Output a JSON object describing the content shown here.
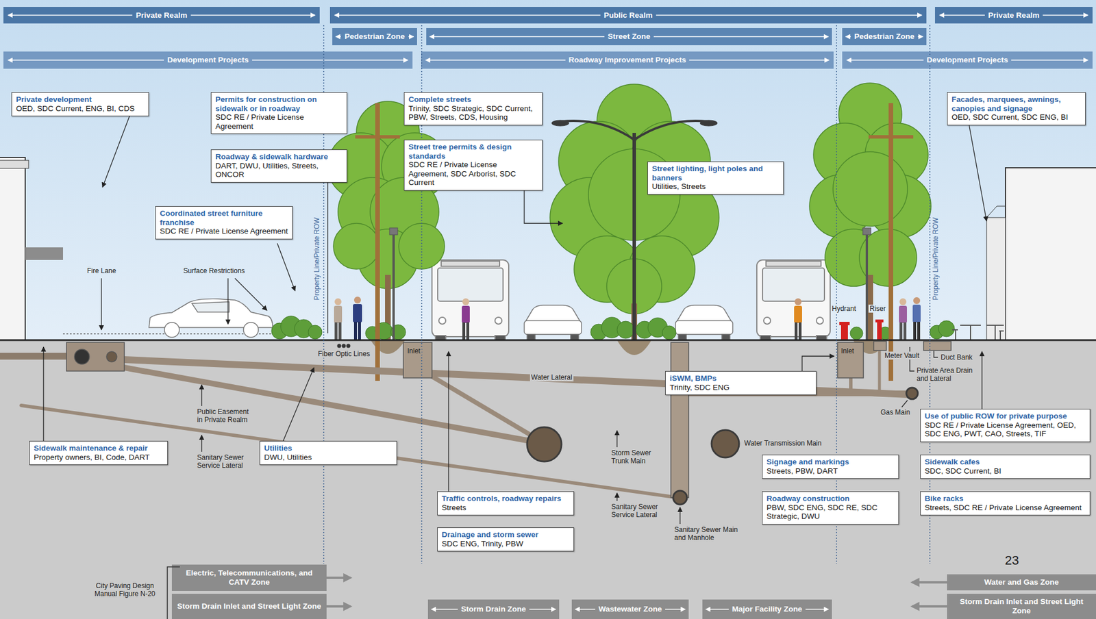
{
  "diagram": {
    "nodes": [
      {
        "text": [
          "Private Realm"
        ]
      },
      {
        "text": [
          "Public Realm"
        ]
      },
      {
        "text": [
          "Private Realm"
        ]
      },
      {
        "text": [
          "Pedestrian Zone"
        ]
      },
      {
        "text": [
          "Street Zone"
        ]
      },
      {
        "text": [
          "Pedestrian Zone"
        ]
      },
      {
        "text": [
          "Development Projects"
        ]
      },
      {
        "text": [
          "Roadway Improvement Projects"
        ]
      },
      {
        "text": [
          "Development Projects"
        ]
      },
      {
        "text": [
          "Private development",
          "OED, SDC Current, ENG, BI, CDS"
        ]
      },
      {
        "text": [
          "Permits for construction on sidewalk or in roadway",
          "SDC RE / Private License Agreement"
        ]
      },
      {
        "text": [
          "Complete streets",
          "Trinity, SDC Strategic, SDC Current, PBW, Streets, CDS, Housing"
        ]
      },
      {
        "text": [
          "Facades, marquees, awnings, canopies and signage",
          "OED, SDC Current, SDC ENG, BI"
        ]
      },
      {
        "text": [
          "Street tree permits & design standards",
          "SDC RE / Private License Agreement, SDC Arborist, SDC Current"
        ]
      },
      {
        "text": [
          "Roadway & sidewalk hardware",
          "DART, DWU, Utilities, Streets, ONCOR"
        ]
      },
      {
        "text": [
          "Street lighting, light poles and banners",
          "Utilities, Streets"
        ]
      },
      {
        "text": [
          "Coordinated street furniture franchise",
          "SDC RE / Private License Agreement"
        ]
      },
      {
        "text": [
          "iSWM, BMPs",
          "Trinity, SDC ENG"
        ]
      },
      {
        "text": [
          "Use of public ROW for private purpose",
          "SDC RE / Private License Agreement, OED, SDC ENG, PWT, CAO, Streets, TIF"
        ]
      },
      {
        "text": [
          "Sidewalk maintenance & repair",
          "Property owners, BI, Code, DART"
        ]
      },
      {
        "text": [
          "Utilities",
          "DWU, Utilities"
        ]
      },
      {
        "text": [
          "Signage and markings",
          "Streets, PBW, DART"
        ]
      },
      {
        "text": [
          "Sidewalk cafes",
          "SDC, SDC Current, BI"
        ]
      },
      {
        "text": [
          "Traffic controls, roadway repairs",
          "Streets"
        ]
      },
      {
        "text": [
          "Roadway construction",
          "PBW, SDC ENG, SDC RE, SDC Strategic, DWU"
        ]
      },
      {
        "text": [
          "Bike racks",
          "Streets, SDC RE / Private License Agreement"
        ]
      },
      {
        "text": [
          "Drainage and storm sewer",
          "SDC ENG, Trinity, PBW"
        ]
      },
      {
        "text": [
          "Electric, Telecommunications, and CATV Zone"
        ]
      },
      {
        "text": [
          "Water and Gas Zone"
        ]
      },
      {
        "text": [
          "Storm Drain Inlet and Street Light Zone"
        ]
      },
      {
        "text": [
          "Storm Drain Zone"
        ]
      },
      {
        "text": [
          "Wastewater Zone"
        ]
      },
      {
        "text": [
          "Major Facility Zone"
        ]
      },
      {
        "text": [
          "Storm Drain Inlet and Street Light Zone"
        ]
      }
    ],
    "labels": [
      "Fire Lane",
      "Surface Restrictions",
      "Property Line/Private ROW",
      "Fiber Optic Lines",
      "Inlet",
      "Water Lateral",
      "Public Easement in Private Realm",
      "Sanitary Sewer Service Lateral",
      "Storm Sewer Trunk Main",
      "Water Transmission Main",
      "Sanitary Sewer Service Lateral",
      "Sanitary Sewer Main and Manhole",
      "Hydrant",
      "Riser",
      "Inlet",
      "Meter Vault",
      "Duct Bank",
      "Private Area Drain and Lateral",
      "Gas Main",
      "Property Line/Private ROW",
      "City Paving Design Manual Figure N-20",
      "23"
    ]
  }
}
